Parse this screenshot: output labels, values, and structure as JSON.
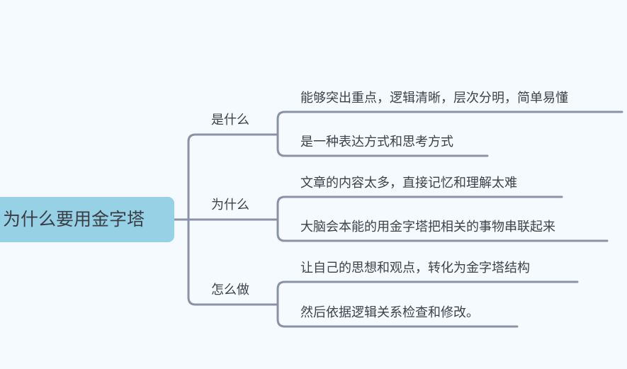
{
  "root": {
    "label": "为什么要用金字塔"
  },
  "branches": [
    {
      "label": "是什么",
      "children": [
        "能够突出重点，逻辑清晰，层次分明，简单易懂",
        "是一种表达方式和思考方式"
      ]
    },
    {
      "label": "为什么",
      "children": [
        "文章的内容太多，直接记忆和理解太难",
        "大脑会本能的用金字塔把相关的事物串联起来"
      ]
    },
    {
      "label": "怎么做",
      "children": [
        "让自己的思想和观点，转化为金字塔结构",
        "然后依据逻辑关系检查和修改。"
      ]
    }
  ],
  "colors": {
    "root_fill": "#96d1e6",
    "line": "#8a93a6",
    "background": "#f5faff"
  }
}
